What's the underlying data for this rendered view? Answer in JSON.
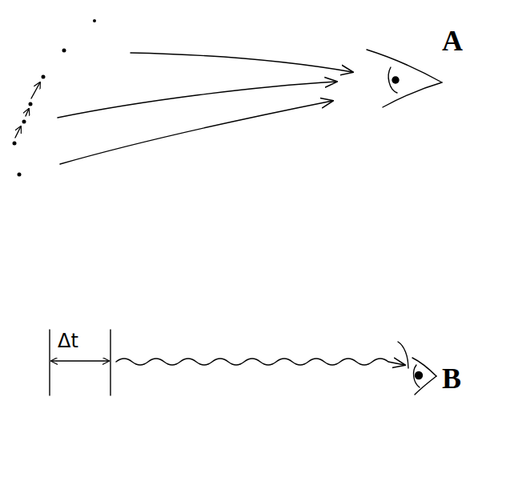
{
  "diagram": {
    "labels": [
      "A",
      "B",
      "Δt"
    ]
  }
}
